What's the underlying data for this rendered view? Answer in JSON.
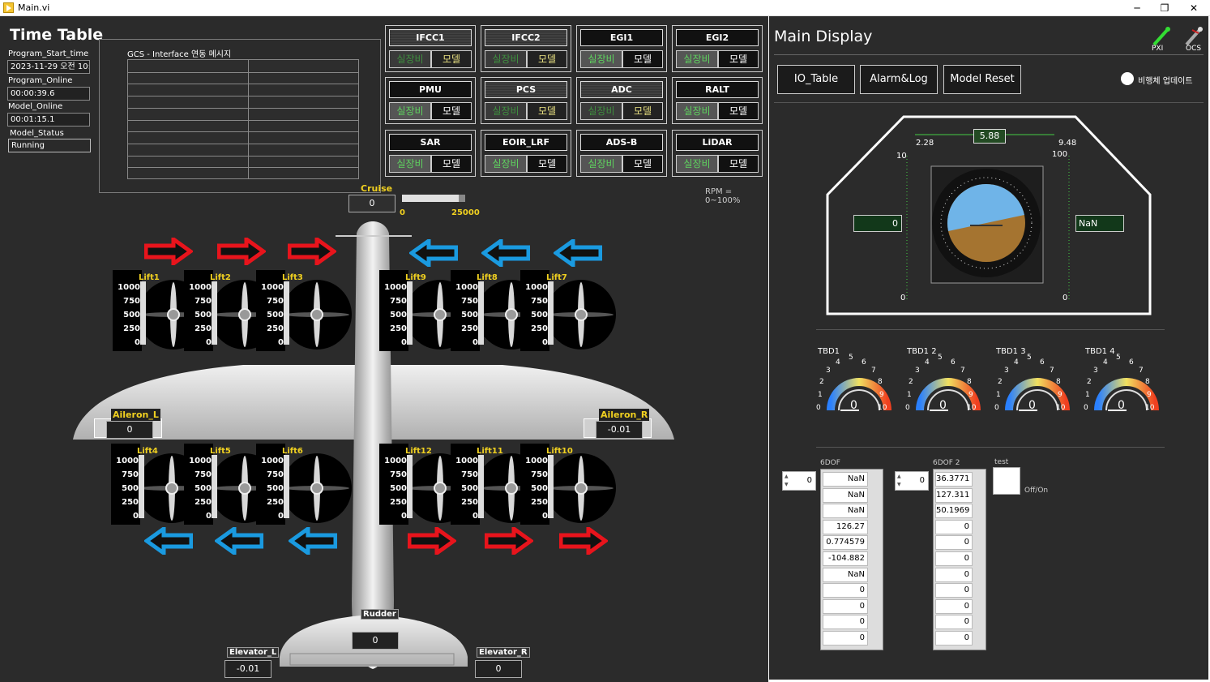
{
  "window": {
    "title": "Main.vi",
    "min": "─",
    "restore": "❐",
    "close": "✕"
  },
  "left": {
    "title": "Time Table",
    "program_start_label": "Program_Start_time",
    "program_start_value": "2023-11-29 오전 10:",
    "program_online_label": "Program_Online",
    "program_online_value": "00:00:39.6",
    "model_online_label": "Model_Online",
    "model_online_value": "00:01:15.1",
    "model_status_label": "Model_Status",
    "model_status_value": "Running",
    "msg_caption": "GCS - Interface 연동 메시지"
  },
  "units": [
    {
      "name": "IFCC1",
      "a": "실장비",
      "b": "모델",
      "active": true
    },
    {
      "name": "IFCC2",
      "a": "실장비",
      "b": "모델",
      "active": true
    },
    {
      "name": "EGI1",
      "a": "실장비",
      "b": "모델",
      "active": false
    },
    {
      "name": "EGI2",
      "a": "실장비",
      "b": "모델",
      "active": false
    },
    {
      "name": "PMU",
      "a": "실장비",
      "b": "모델",
      "active": false
    },
    {
      "name": "PCS",
      "a": "실장비",
      "b": "모델",
      "active": true
    },
    {
      "name": "ADC",
      "a": "실장비",
      "b": "모델",
      "active": true
    },
    {
      "name": "RALT",
      "a": "실장비",
      "b": "모델",
      "active": false
    },
    {
      "name": "SAR",
      "a": "실장비",
      "b": "모델",
      "active": false
    },
    {
      "name": "EOIR_LRF",
      "a": "실장비",
      "b": "모델",
      "active": false
    },
    {
      "name": "ADS-B",
      "a": "실장비",
      "b": "모델",
      "active": false
    },
    {
      "name": "LiDAR",
      "a": "실장비",
      "b": "모델",
      "active": false
    }
  ],
  "aircraft": {
    "cruise_label": "Cruise",
    "cruise_value": "0",
    "cruise_min": "0",
    "cruise_max": "25000",
    "cruise_fill": 0.9,
    "rpm_note": "RPM = 0~100%",
    "aileron_l_label": "Aileron_L",
    "aileron_l_value": "0",
    "aileron_r_label": "Aileron_R",
    "aileron_r_value": "-0.01",
    "rudder_label": "Rudder",
    "rudder_value": "0",
    "elevator_l_label": "Elevator_L",
    "elevator_l_value": "-0.01",
    "elevator_r_label": "Elevator_R",
    "elevator_r_value": "0",
    "scale_ticks": [
      "1000",
      "750",
      "500",
      "250",
      "0"
    ],
    "lifts_top": [
      "Lift1",
      "Lift2",
      "Lift3",
      "Lift9",
      "Lift8",
      "Lift7"
    ],
    "lifts_bottom": [
      "Lift4",
      "Lift5",
      "Lift6",
      "Lift12",
      "Lift11",
      "Lift10"
    ],
    "colors": {
      "arrow_red": "#e8141c",
      "arrow_blue": "#1a9ae0",
      "label_yellow": "#f0d020"
    }
  },
  "right": {
    "title": "Main Display",
    "pxi": "PXI",
    "ocs": "OCS",
    "io_table": "IO_Table",
    "alarm_log": "Alarm&Log",
    "model_reset": "Model Reset",
    "flight_update": "비행체 업데이트",
    "pfd": {
      "heading": "5.88",
      "left_tick": "2.28",
      "right_tick": "9.48",
      "alt_top": "100",
      "alt_bottom": "0",
      "spd_top": "10",
      "spd_bottom": "0",
      "speed_value": "0",
      "alt_value": "NaN"
    },
    "gauges": [
      {
        "label": "TBD1",
        "value": "0"
      },
      {
        "label": "TBD1 2",
        "value": "0"
      },
      {
        "label": "TBD1 3",
        "value": "0"
      },
      {
        "label": "TBD1 4",
        "value": "0"
      }
    ],
    "gauge_ticks": [
      "0",
      "1",
      "2",
      "3",
      "4",
      "5",
      "6",
      "7",
      "8",
      "9",
      "10"
    ],
    "dof1": {
      "label": "6DOF",
      "index": "0",
      "values": [
        "NaN",
        "NaN",
        "NaN",
        "126.27",
        "0.774579",
        "-104.882",
        "NaN",
        "0",
        "0",
        "0",
        "0"
      ]
    },
    "dof2": {
      "label": "6DOF 2",
      "index": "0",
      "values": [
        "36.3771",
        "127.311",
        "50.1969",
        "0",
        "0",
        "0",
        "0",
        "0",
        "0",
        "0",
        "0"
      ]
    },
    "test_label": "test",
    "offon": "Off/On"
  }
}
